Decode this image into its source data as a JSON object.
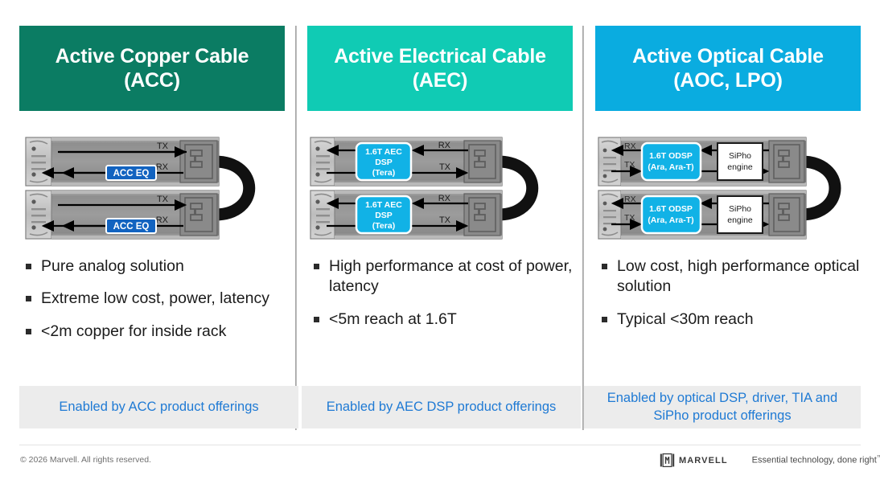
{
  "slide": {
    "columns": [
      {
        "id": "acc",
        "header_line1": "Active Copper Cable",
        "header_line2": "(ACC)",
        "header_color": "#0b7c63",
        "diagram": {
          "chip_label_lines": [
            "ACC EQ"
          ],
          "chip_color": "#1263c0",
          "top_signal_label": "TX",
          "bottom_signal_label": "RX",
          "second_block_label": ""
        },
        "bullets": [
          "Pure analog solution",
          "Extreme low cost, power, latency",
          "<2m copper for inside rack"
        ],
        "enabled_by": "Enabled by ACC product offerings"
      },
      {
        "id": "aec",
        "header_line1": "Active Electrical Cable",
        "header_line2": "(AEC)",
        "header_color": "#10cbb4",
        "diagram": {
          "chip_label_lines": [
            "1.6T AEC",
            "DSP",
            "(Tera)"
          ],
          "chip_color": "#11b2e6",
          "top_signal_label": "RX",
          "bottom_signal_label": "TX",
          "second_block_label": ""
        },
        "bullets": [
          "High performance at cost of power, latency",
          "<5m reach at 1.6T"
        ],
        "enabled_by": "Enabled by AEC DSP product offerings"
      },
      {
        "id": "aoc",
        "header_line1": "Active Optical Cable",
        "header_line2": "(AOC, LPO)",
        "header_color": "#0aace0",
        "diagram": {
          "chip_label_lines": [
            "1.6T ODSP",
            "(Ara, Ara-T)"
          ],
          "chip_color": "#11b2e6",
          "top_signal_label": "RX",
          "bottom_signal_label": "TX",
          "second_block_label": "SiPho engine",
          "second_block_lines": [
            "SiPho",
            "engine"
          ]
        },
        "bullets": [
          "Low cost, high performance optical solution",
          "Typical <30m reach"
        ],
        "enabled_by": "Enabled by optical DSP, driver, TIA and SiPho product offerings"
      }
    ],
    "footer": {
      "copyright": "© 2026 Marvell. All rights reserved.",
      "brand_name": "MARVELL",
      "tagline": "Essential technology, done right",
      "tagline_tm": "™"
    },
    "colors": {
      "accent_blue_text": "#1f7ad4",
      "strip_bg": "#ececec",
      "module_body": "#9b9b9b",
      "cable": "#111111"
    }
  }
}
